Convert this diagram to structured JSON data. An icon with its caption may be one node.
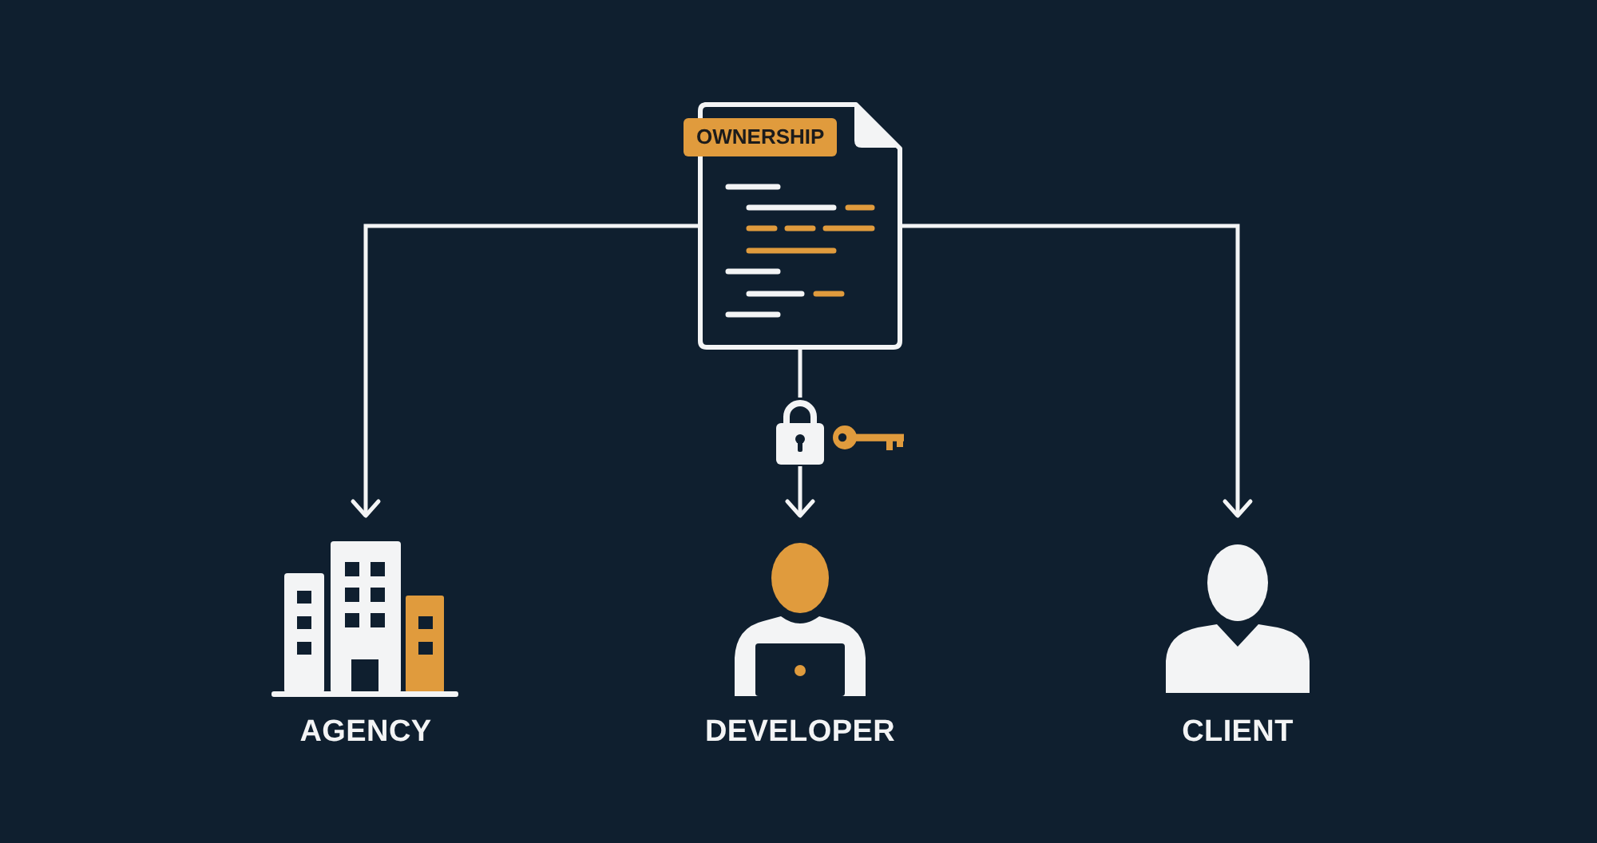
{
  "diagram": {
    "nodes": [
      {
        "text": [
          "OWNERSHIP"
        ]
      },
      {
        "text": [],
        "shape": "picture"
      },
      {
        "text": [
          "AGENCY"
        ]
      },
      {
        "text": [
          "DEVELOPER"
        ]
      },
      {
        "text": [
          "CLIENT"
        ]
      }
    ],
    "edges": [
      {
        "from": 0,
        "to": 2,
        "arrow": "to"
      },
      {
        "from": 0,
        "to": 1,
        "arrow": "none"
      },
      {
        "from": 1,
        "to": 3,
        "arrow": "to"
      },
      {
        "from": 0,
        "to": 4,
        "arrow": "to"
      }
    ]
  }
}
